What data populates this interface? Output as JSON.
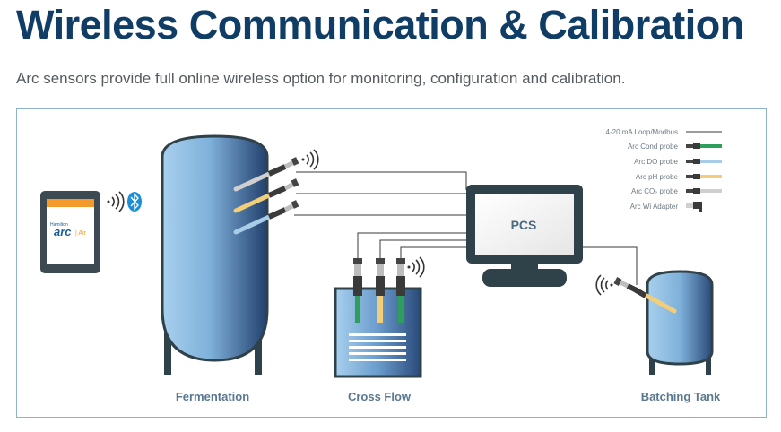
{
  "header": {
    "title": "Wireless Communication & Calibration",
    "subtitle": "Arc sensors provide full online wireless option for monitoring, configuration and calibration."
  },
  "legend": [
    {
      "label": "4-20 mA Loop/Modbus",
      "kind": "line"
    },
    {
      "label": "Arc Cond probe",
      "kind": "probe",
      "color": "#2e9e5b"
    },
    {
      "label": "Arc DO probe",
      "kind": "probe",
      "color": "#a9cde8"
    },
    {
      "label": "Arc pH probe",
      "kind": "probe",
      "color": "#f2cd7a"
    },
    {
      "label": "Arc CO₂ probe",
      "kind": "probe",
      "color": "#cfcfcf"
    },
    {
      "label": "Arc Wi Adapter",
      "kind": "adapter"
    }
  ],
  "tablet": {
    "logo_main": "arc",
    "logo_sub": "Air",
    "logo_small": "Hamilton"
  },
  "monitor": {
    "label": "PCS"
  },
  "vessels": {
    "fermentation": "Fermentation",
    "cross_flow": "Cross Flow",
    "batching_tank": "Batching Tank"
  },
  "colors": {
    "title": "#0f3d66",
    "label": "#5a7890",
    "vessel_light": "#9ec8e8",
    "vessel_dark": "#24406e",
    "monitor": "#2f4149",
    "bluetooth": "#1b8fd6",
    "cond": "#2e9e5b",
    "do": "#a9cde8",
    "ph": "#f2cd7a",
    "co2": "#cfcfcf"
  }
}
